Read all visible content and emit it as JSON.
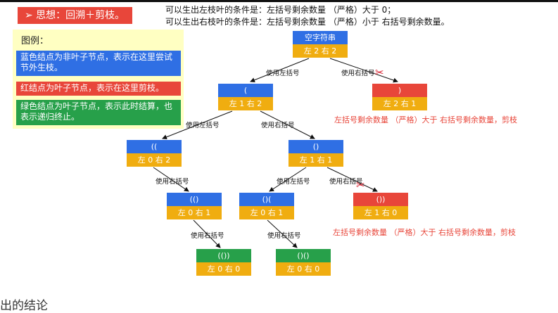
{
  "header": {
    "title": "➢ 思想：回溯＋剪枝。",
    "conditions": [
      "可以生出左枝叶的条件是：左括号剩余数量 （严格）大于 0；",
      "可以生出右枝叶的条件是：左括号剩余数量 （严格）小于 右括号剩余数量。"
    ]
  },
  "legend": {
    "title": "图例：",
    "blue": "蓝色结点为非叶子节点，表示在这里尝试节外生枝。",
    "red": "红结点为叶子节点，表示在这里剪枝。",
    "green": "绿色结点为叶子节点，表示此时结算，也表示递归终止。"
  },
  "colors": {
    "blue": "#2f6fe4",
    "red": "#e8463a",
    "green": "#27a04a",
    "orange": "#f0ad10",
    "legend_bg": "#ffffc2"
  },
  "nodes": {
    "root": {
      "top": "空字符串",
      "bottom": "左 2 右 2"
    },
    "l1": {
      "top": "(",
      "bottom": "左 1 右 2"
    },
    "r1": {
      "top": ")",
      "bottom": "左 2 右 1"
    },
    "ll2": {
      "top": "((",
      "bottom": "左 0 右 2"
    },
    "lr2": {
      "top": "()",
      "bottom": "左 1 右 1"
    },
    "llr3": {
      "top": "(()",
      "bottom": "左 0 右 1"
    },
    "lrl3": {
      "top": "()(",
      "bottom": "左 0 右 1"
    },
    "lrr3": {
      "top": "())",
      "bottom": "左 1 右 0"
    },
    "llrr4": {
      "top": "(())",
      "bottom": "左 0 右 0"
    },
    "lrlr4": {
      "top": "()()",
      "bottom": "左 0 右 0"
    }
  },
  "edges": {
    "use_left": "使用左括号",
    "use_right": "使用右括号"
  },
  "prune_note": "左括号剩余数量 （严格）大于 右括号剩余数量，剪枝",
  "bottom_text": "出的结论"
}
